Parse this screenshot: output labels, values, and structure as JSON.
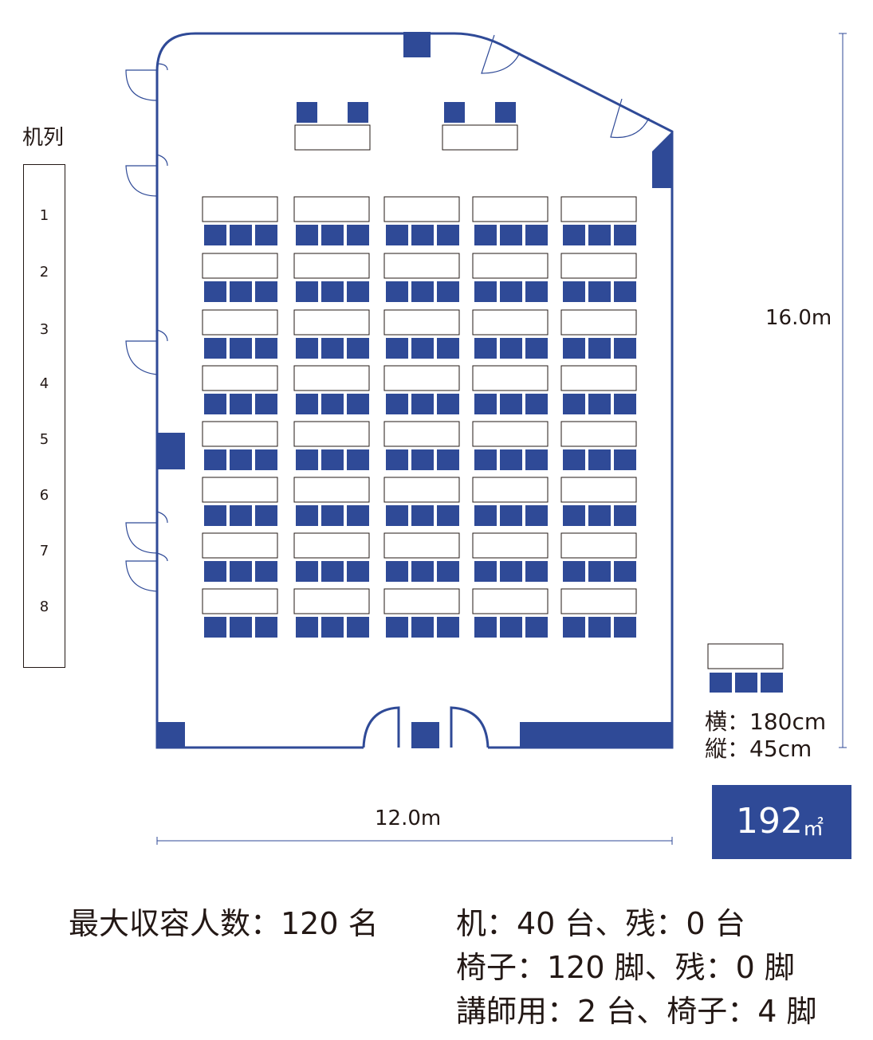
{
  "colors": {
    "accent": "#2f4a97",
    "ink": "#231815",
    "background": "#ffffff"
  },
  "rows_panel": {
    "title": "机列",
    "rows": [
      "1",
      "2",
      "3",
      "4",
      "5",
      "6",
      "7",
      "8"
    ]
  },
  "dimensions": {
    "height": "16.0m",
    "width": "12.0m"
  },
  "layout": {
    "desk_columns": 5,
    "desk_rows": 8,
    "chairs_per_desk": 3,
    "lecturer_desks": 2,
    "lecturer_chairs_per_desk": 2
  },
  "desk_spec": {
    "width_label": "横：180cm",
    "depth_label": "縦：45cm"
  },
  "area": {
    "value": "192",
    "unit": "㎡"
  },
  "summary": {
    "capacity": "最大収容人数：120 名",
    "desks": "机：40 台、残：0 台",
    "chairs": "椅子：120 脚、残：0 脚",
    "lecturer": "講師用：2 台、椅子：4 脚"
  }
}
